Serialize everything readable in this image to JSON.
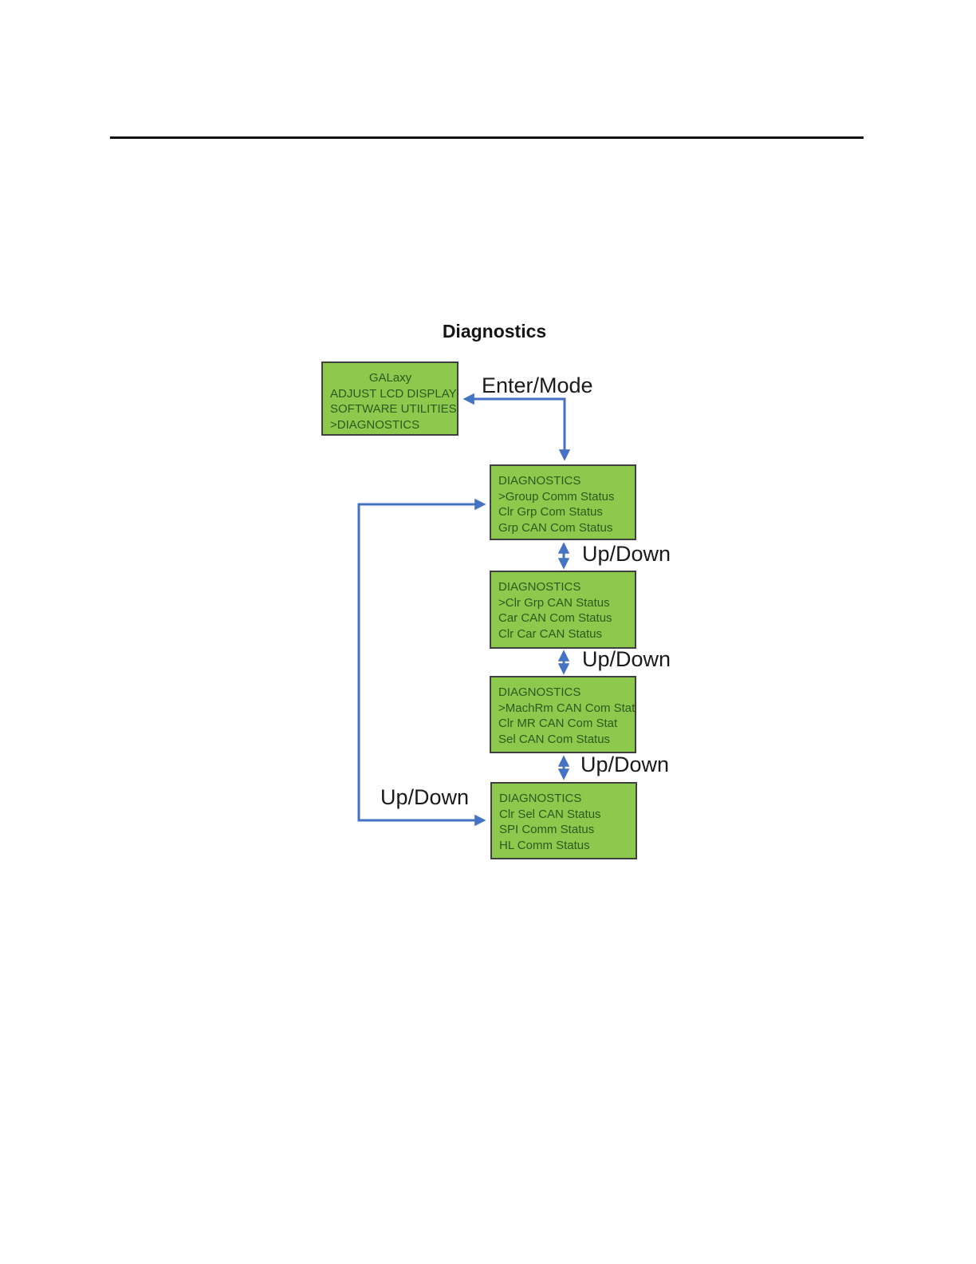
{
  "page": {
    "title": "Diagnostics"
  },
  "labels": {
    "enter_mode": "Enter/Mode",
    "up_down": "Up/Down"
  },
  "colors": {
    "screen_fill": "#8DC94C",
    "screen_border": "#404040",
    "screen_text": "#2D5A1E",
    "arrow_blue": "#4472C4",
    "label_text": "#1A1A1A",
    "rule_black": "#111111"
  },
  "screens": [
    {
      "name": "main-menu",
      "lines": [
        "GALaxy",
        "ADJUST LCD DISPLAY",
        "SOFTWARE UTILITIES",
        ">DIAGNOSTICS"
      ]
    },
    {
      "name": "diagnostics-screen-1",
      "lines": [
        "DIAGNOSTICS",
        ">Group Comm Status",
        "Clr Grp Com Status",
        "Grp CAN Com Status"
      ]
    },
    {
      "name": "diagnostics-screen-2",
      "lines": [
        "DIAGNOSTICS",
        ">Clr Grp CAN Status",
        "Car CAN Com Status",
        "Clr Car CAN Status"
      ]
    },
    {
      "name": "diagnostics-screen-3",
      "lines": [
        "DIAGNOSTICS",
        ">MachRm CAN Com Stat",
        "Clr MR CAN Com Stat",
        "Sel CAN Com Status"
      ]
    },
    {
      "name": "diagnostics-screen-4",
      "lines": [
        "DIAGNOSTICS",
        "Clr Sel CAN Status",
        "SPI Comm Status",
        "HL Comm Status"
      ]
    }
  ]
}
